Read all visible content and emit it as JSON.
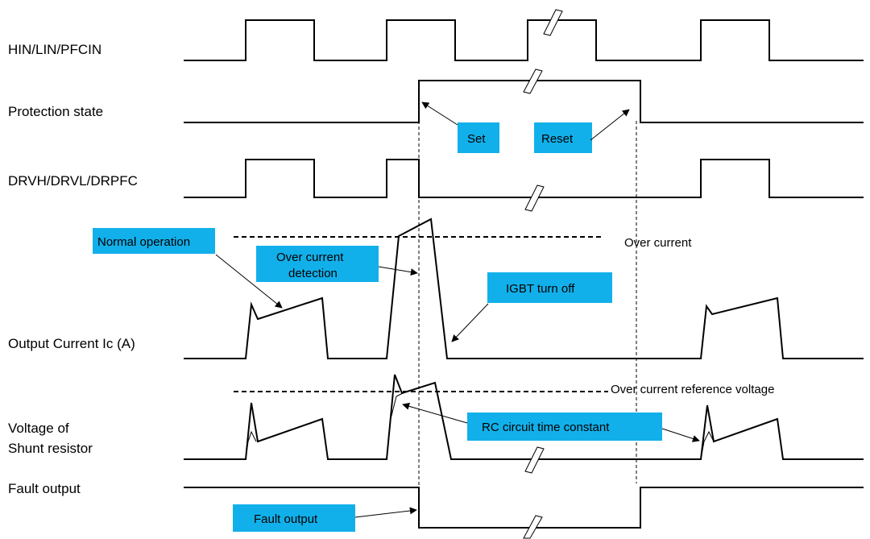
{
  "signals": {
    "hin": "HIN/LIN/PFCIN",
    "protection": "Protection state",
    "drv": "DRVH/DRVL/DRPFC",
    "current": "Output Current Ic (A)",
    "shunt_line1": "Voltage of",
    "shunt_line2": "Shunt resistor",
    "fault": "Fault output"
  },
  "thresholds": {
    "over_current": "Over current",
    "ref_voltage": "Over current reference voltage"
  },
  "callouts": {
    "set": "Set",
    "reset": "Reset",
    "normal": "Normal operation",
    "ocd_line1": "Over current",
    "ocd_line2": "detection",
    "igbt": "IGBT turn off",
    "rc": "RC circuit time constant",
    "fault_box": "Fault output"
  },
  "colors": {
    "callout_fill": "#12b0ea",
    "line": "#000000"
  }
}
